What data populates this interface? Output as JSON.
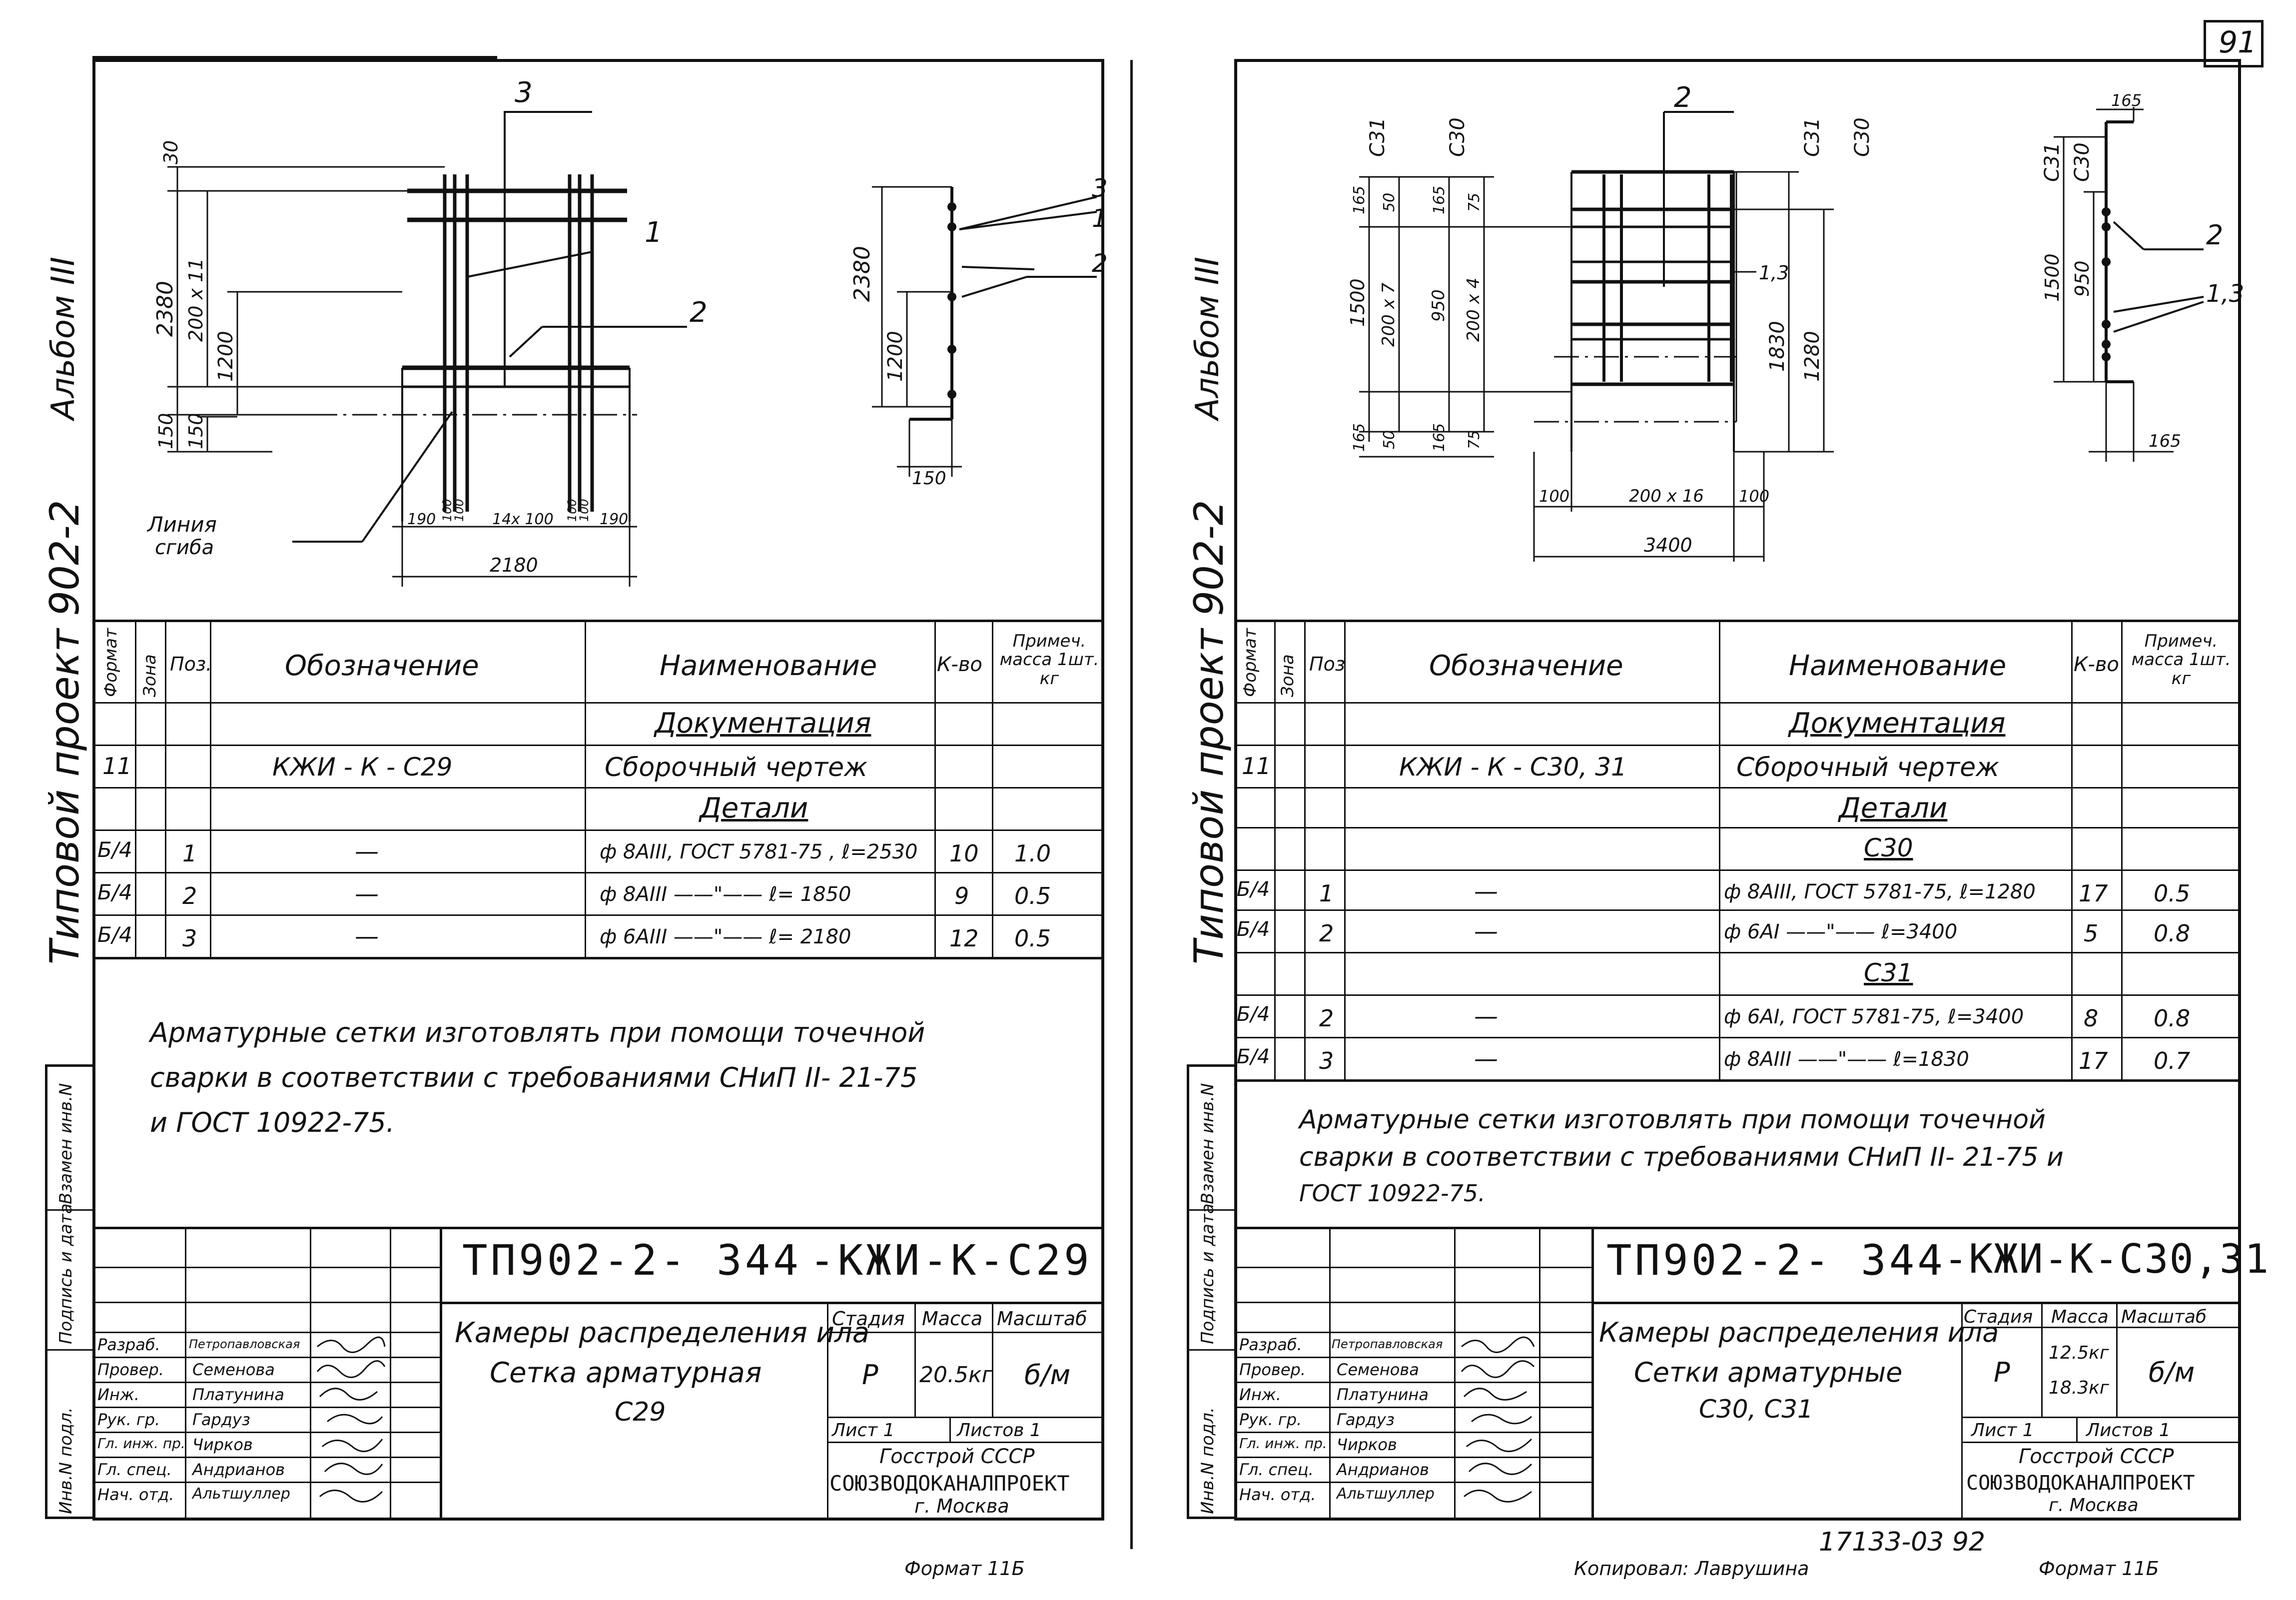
{
  "page_number": "91",
  "left": {
    "side_album": "Альбом III",
    "side_project": "Типовой проект 902-2",
    "side_stamp": [
      "Инв.N подл.",
      "Подпись и дата",
      "Взамен инв.N"
    ],
    "drawing_labels": {
      "pos3": "3",
      "pos1": "1",
      "pos2": "2",
      "dim_30": "30",
      "dim_2380": "2380",
      "dim_200x11": "200 x 11",
      "dim_1200": "1200",
      "dim_150a": "150",
      "dim_150b": "150",
      "dim_190a": "190",
      "dim_100a": "100",
      "dim_100b": "100",
      "dim_14x100": "14x 100",
      "dim_100c": "100",
      "dim_100d": "100",
      "dim_190b": "190",
      "dim_2180": "2180",
      "bend_line": "Линия",
      "bend_line2": "сгиба",
      "side_2380": "2380",
      "side_1200": "1200",
      "side_150": "150",
      "side_pos3": "3",
      "side_pos1": "1",
      "side_pos2": "2"
    },
    "table": {
      "headers": {
        "format": "Формат",
        "zone": "Зона",
        "pos": "Поз.",
        "designation": "Обозначение",
        "name": "Наименование",
        "qty": "К-во",
        "note": "Примеч. масса 1шт. кг"
      },
      "section_doc": "Документация",
      "doc_row": {
        "format": "11",
        "designation": "КЖИ - К - С29",
        "name": "Сборочный    чертеж"
      },
      "section_parts": "Детали",
      "rows": [
        {
          "format": "Б/4",
          "pos": "1",
          "designation": "—",
          "name": "ф 8АIII, ГОСТ 5781-75 , ℓ=2530",
          "qty": "10",
          "mass": "1.0"
        },
        {
          "format": "Б/4",
          "pos": "2",
          "designation": "—",
          "name": "ф 8АIII  ——\"——  ℓ= 1850",
          "qty": "9",
          "mass": "0.5"
        },
        {
          "format": "Б/4",
          "pos": "3",
          "designation": "—",
          "name": "ф 6АIII  ——\"——  ℓ= 2180",
          "qty": "12",
          "mass": "0.5"
        }
      ]
    },
    "note_lines": [
      "Арматурные   сетки   изготовлять   при  помощи  точечной",
      "сварки    в   соответствии   с  требованиями   СНиП II- 21-75",
      "и  ГОСТ  10922-75."
    ],
    "stamp": {
      "code1": "ТП902-2-  344",
      "code2": "-КЖИ-К-С29",
      "title1": "Камеры распределения ила",
      "title2": "Сетка   арматурная",
      "title3": "С29",
      "stage_h": "Стадия",
      "mass_h": "Масса",
      "scale_h": "Масштаб",
      "stage": "Р",
      "mass": "20.5кг",
      "scale": "б/м",
      "sheet": "Лист 1",
      "sheets": "Листов  1",
      "org1": "Госстрой  СССР",
      "org2": "СОЮЗВОДОКАНАЛПРОЕКТ",
      "org3": "г. Москва",
      "roles": [
        "Разраб.",
        "Провер.",
        "Инж.",
        "Рук. гр.",
        "Гл. инж. пр.",
        "Гл. спец.",
        "Нач. отд."
      ],
      "names": [
        "Петропавловская",
        "Семенова",
        "Платунина",
        "Гардуз",
        "Чирков",
        "Андрианов",
        "Альтшуллер"
      ]
    },
    "format_label": "Формат 11Б"
  },
  "right": {
    "side_album": "Альбом III",
    "side_project": "Типовой проект 902-2",
    "side_stamp": [
      "Инв.N подл.",
      "Подпись и дата",
      "Взамен инв.N"
    ],
    "drawing_labels": {
      "c31a": "С31",
      "c30a": "С30",
      "pos2": "2",
      "c31b": "С31",
      "c30b": "С30",
      "d165a": "165",
      "d50a": "50",
      "d165b": "165",
      "d75a": "75",
      "d1500": "1500",
      "d200x7": "200 x 7",
      "d950": "950",
      "d200x4": "200 x 4",
      "d165c": "165",
      "d50b": "50",
      "d165d": "165",
      "d75b": "75",
      "p13": "1,3",
      "d1830": "1830",
      "d1280": "1280",
      "d100a": "100",
      "d200x16": "200 x 16",
      "d100b": "100",
      "d3400": "3400",
      "s_c31": "С31",
      "s_c30": "С30",
      "s_165t": "165",
      "s_1500": "1500",
      "s_950": "950",
      "s_pos2": "2",
      "s_p13": "1,3",
      "s_165b": "165"
    },
    "table": {
      "headers": {
        "format": "Формат",
        "zone": "Зона",
        "pos": "Поз",
        "designation": "Обозначение",
        "name": "Наименование",
        "qty": "К-во",
        "note": "Примеч. масса 1шт. кг"
      },
      "section_doc": "Документация",
      "doc_row": {
        "format": "11",
        "designation": "КЖИ - К - С30, 31",
        "name": "Сборочный    чертеж"
      },
      "section_parts": "Детали",
      "sub_c30": "С30",
      "rows_c30": [
        {
          "format": "Б/4",
          "pos": "1",
          "designation": "—",
          "name": "ф 8АIII, ГОСТ 5781-75,  ℓ=1280",
          "qty": "17",
          "mass": "0.5"
        },
        {
          "format": "Б/4",
          "pos": "2",
          "designation": "—",
          "name": "ф 6АI  ——\"——  ℓ=3400",
          "qty": "5",
          "mass": "0.8"
        }
      ],
      "sub_c31": "С31",
      "rows_c31": [
        {
          "format": "Б/4",
          "pos": "2",
          "designation": "—",
          "name": "ф 6АI, ГОСТ 5781-75, ℓ=3400",
          "qty": "8",
          "mass": "0.8"
        },
        {
          "format": "Б/4",
          "pos": "3",
          "designation": "—",
          "name": "ф 8АIII  ——\"——  ℓ=1830",
          "qty": "17",
          "mass": "0.7"
        }
      ]
    },
    "note_lines": [
      "Арматурные    сетки    изготовлять    при    помощи   точечной",
      "сварки  в  соответствии  с  требованиями   СНиП II- 21-75    и",
      "ГОСТ  10922-75."
    ],
    "stamp": {
      "code1": "ТП902-2-  344",
      "code2": "-КЖИ-К-С30,31",
      "title1": "Камеры  распределения ила",
      "title2": "Сетки   арматурные",
      "title3": "С30,  С31",
      "stage_h": "Стадия",
      "mass_h": "Масса",
      "scale_h": "Масштаб",
      "stage": "Р",
      "mass1": "12.5кг",
      "mass2": "18.3кг",
      "scale": "б/м",
      "sheet": "Лист 1",
      "sheets": "Листов 1",
      "org1": "Госстрой  СССР",
      "org2": "СОЮЗВОДОКАНАЛПРОЕКТ",
      "org3": "г. Москва",
      "roles": [
        "Разраб.",
        "Провер.",
        "Инж.",
        "Рук. гр.",
        "Гл. инж. пр.",
        "Гл. спец.",
        "Нач. отд."
      ],
      "names": [
        "Петропавловская",
        "Семенова",
        "Платунина",
        "Гардуз",
        "Чирков",
        "Андрианов",
        "Альтшуллер"
      ]
    },
    "bottom_number": "17133-03   92",
    "copied": "Копировал:  Лаврушина",
    "format_label": "Формат 11Б"
  }
}
